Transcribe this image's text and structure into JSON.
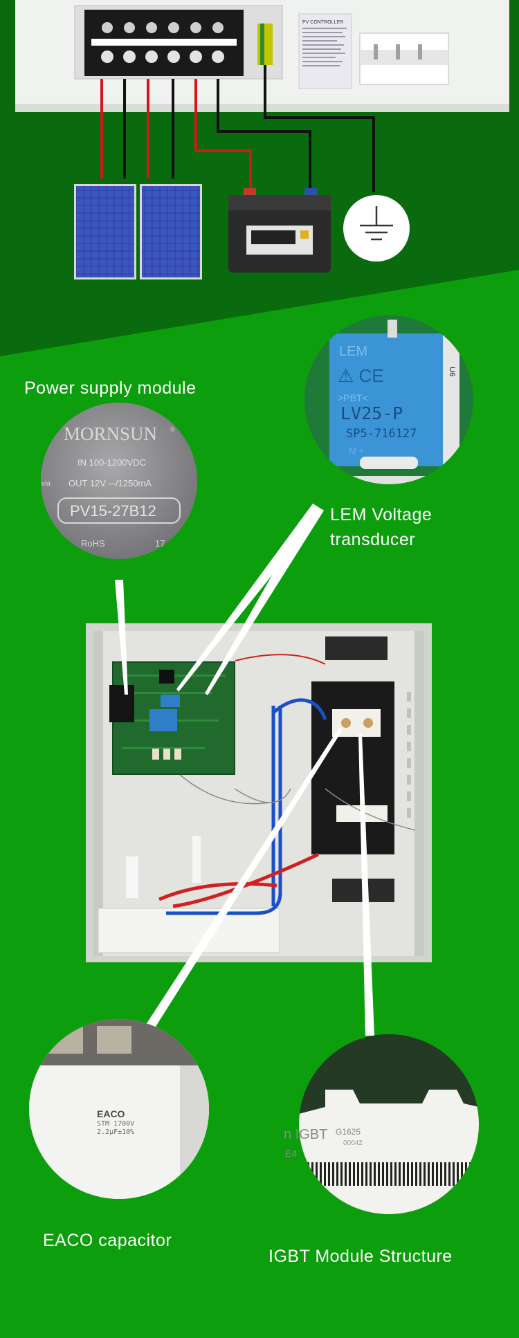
{
  "labels": {
    "power_supply": "Power supply module",
    "lem_line1": "LEM Voltage",
    "lem_line2": "transducer",
    "eaco": "EACO capacitor",
    "igbt": "IGBT Module Structure"
  },
  "controller_panel": {
    "title": "PV CONTROLLER"
  },
  "mornsun": {
    "brand": "MORNSUN",
    "reg": "®",
    "input": "IN 100-1200VDC",
    "output": "OUT 12V ⎓/1250mA",
    "model": "PV15-27B12",
    "rohs": "RoHS",
    "partial_code": "17",
    "partial_left": "via"
  },
  "lem": {
    "brand": "LEM",
    "marks": "⚠ CE",
    "pbt": ">PBT<",
    "model": "LV25-P",
    "serial": "SP5-716127",
    "pins": "M    +",
    "board_mark": "U6"
  },
  "eaco_cap": {
    "brand": "EACO",
    "spec1": "STM 1700V",
    "spec2": "2.2μF±10%"
  },
  "igbt_module": {
    "text": "n IGBT",
    "code": "G1625",
    "batch": "00042",
    "partial": "E4"
  },
  "colors": {
    "background": "#0c9e0c",
    "background_dark": "#0a6b0e",
    "label_text": "#ffffff"
  }
}
